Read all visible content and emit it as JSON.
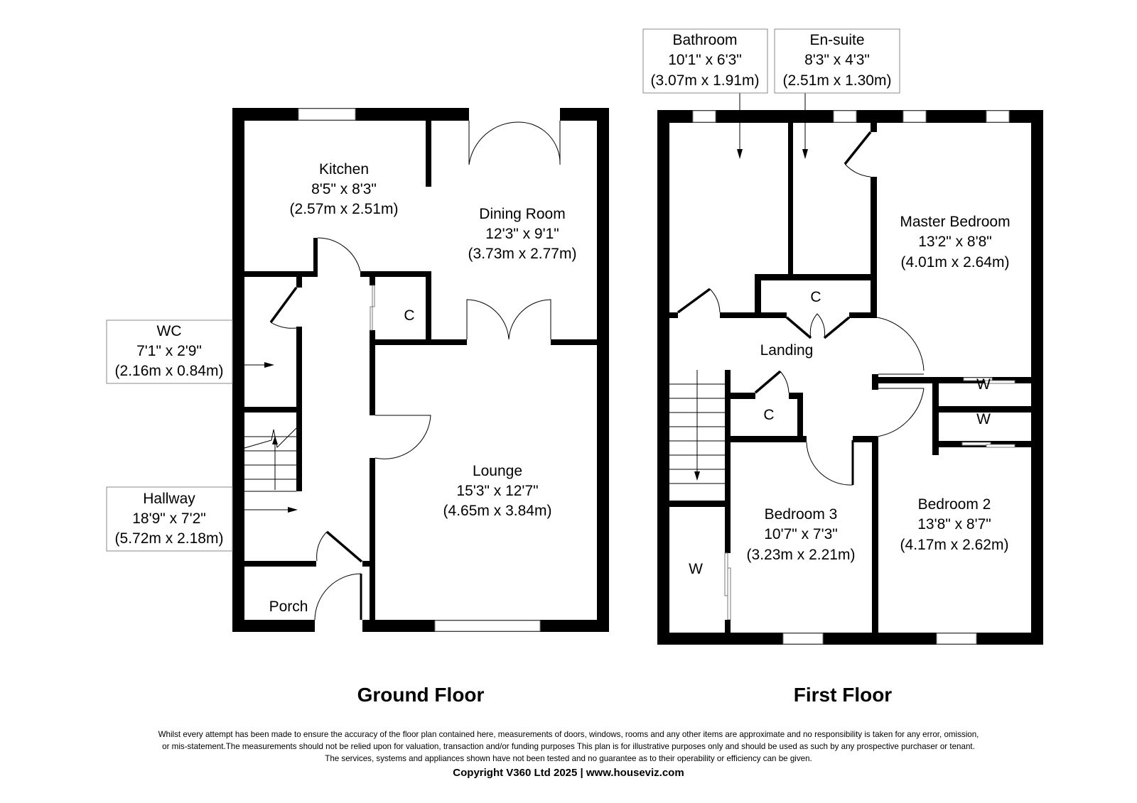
{
  "ground_floor": {
    "title": "Ground Floor",
    "rooms": {
      "kitchen": {
        "name": "Kitchen",
        "imperial": "8'5\" x 8'3\"",
        "metric": "(2.57m x 2.51m)"
      },
      "dining": {
        "name": "Dining Room",
        "imperial": "12'3\" x 9'1\"",
        "metric": "(3.73m x 2.77m)"
      },
      "lounge": {
        "name": "Lounge",
        "imperial": "15'3\" x 12'7\"",
        "metric": "(4.65m x 3.84m)"
      },
      "wc": {
        "name": "WC",
        "imperial": "7'1\" x 2'9\"",
        "metric": "(2.16m x 0.84m)"
      },
      "hallway": {
        "name": "Hallway",
        "imperial": "18'9\" x 7'2\"",
        "metric": "(5.72m x 2.18m)"
      },
      "porch": {
        "name": "Porch"
      },
      "cupboard": {
        "name": "C"
      }
    }
  },
  "first_floor": {
    "title": "First Floor",
    "rooms": {
      "bathroom": {
        "name": "Bathroom",
        "imperial": "10'1\" x 6'3\"",
        "metric": "(3.07m x 1.91m)"
      },
      "ensuite": {
        "name": "En-suite",
        "imperial": "8'3\" x 4'3\"",
        "metric": "(2.51m x 1.30m)"
      },
      "master": {
        "name": "Master Bedroom",
        "imperial": "13'2\" x 8'8\"",
        "metric": "(4.01m x 2.64m)"
      },
      "landing": {
        "name": "Landing"
      },
      "bedroom3": {
        "name": "Bedroom 3",
        "imperial": "10'7\" x 7'3\"",
        "metric": "(3.23m x 2.21m)"
      },
      "bedroom2": {
        "name": "Bedroom 2",
        "imperial": "13'8\" x 8'7\"",
        "metric": "(4.17m x 2.62m)"
      },
      "cupboard_top": {
        "name": "C"
      },
      "cupboard_small": {
        "name": "C"
      },
      "wardrobe1": {
        "name": "W"
      },
      "wardrobe2": {
        "name": "W"
      },
      "wardrobe3": {
        "name": "W"
      }
    }
  },
  "disclaimer": [
    "Whilst every attempt has been made to ensure the accuracy of the floor plan contained here, measurements of doors, windows, rooms and any other items are approximate and no responsibility is taken for any error, omission,",
    "or mis-statement.The measurements should not be relied upon for valuation, transaction and/or funding purposes This plan is for illustrative purposes only and should be used as such by any prospective purchaser or tenant.",
    "The services, systems and appliances shown have not been tested and no guarantee as to their operability or efficiency can be given."
  ],
  "copyright": "Copyright V360 Ltd 2025 | www.houseviz.com"
}
